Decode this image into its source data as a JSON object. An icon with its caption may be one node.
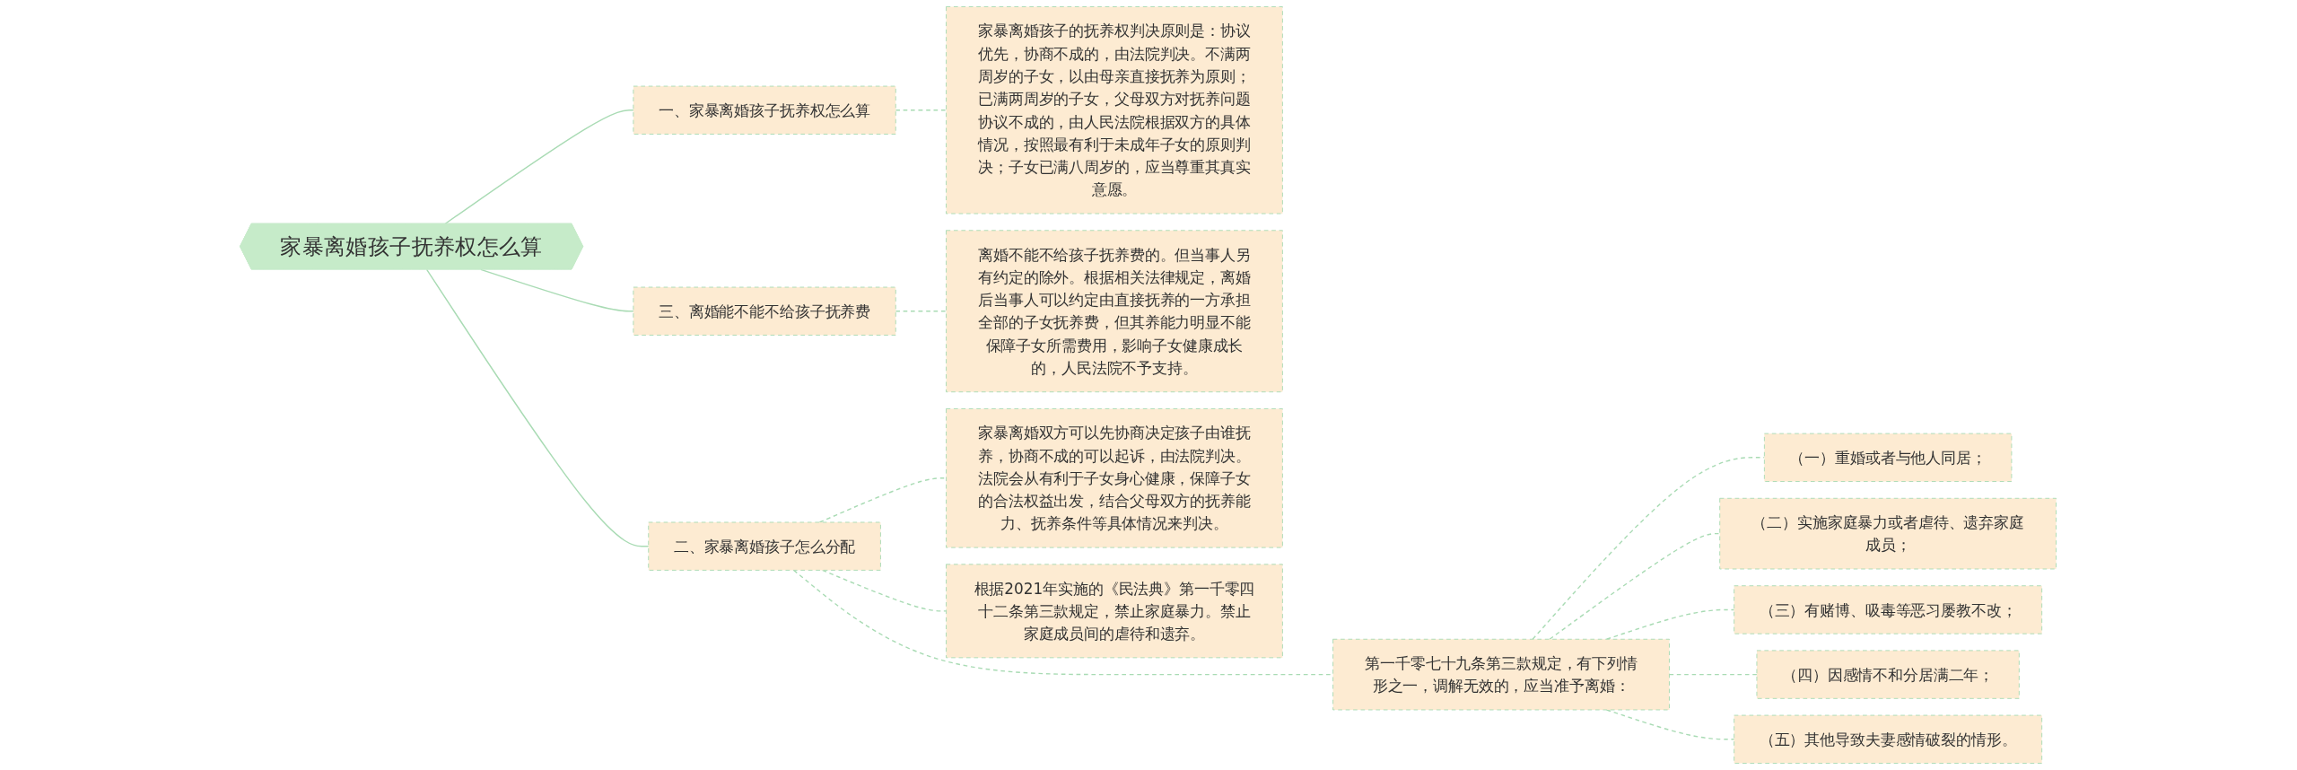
{
  "diagram": {
    "nodes": [
      {
        "text": [
          "家暴离婚孩子抚养权怎么算"
        ]
      },
      {
        "text": [
          "一、家暴离婚孩子抚养权怎么算"
        ]
      },
      {
        "text": [
          "家暴离婚孩子的抚养权判决原则是：协议优先，协商不成的，由法院判决。不满两周岁的子女，以由母亲直接抚养为原则；已满两周岁的子女，父母双方对抚养问题协议不成的，由人民法院根据双方的具体情况，按照最有利于未成年子女的原则判决；子女已满八周岁的，应当尊重其真实意愿。"
        ]
      },
      {
        "text": [
          "三、离婚能不能不给孩子抚养费"
        ]
      },
      {
        "text": [
          "离婚不能不给孩子抚养费的。但当事人另有约定的除外。根据相关法律规定，离婚后当事人可以约定由直接抚养的一方承担全部的子女抚养费，但其养能力明显不能保障子女所需费用，影响子女健康成长的，人民法院不予支持。"
        ]
      },
      {
        "text": [
          "二、家暴离婚孩子怎么分配"
        ]
      },
      {
        "text": [
          "家暴离婚双方可以先协商决定孩子由谁抚养，协商不成的可以起诉，由法院判决。法院会从有利于子女身心健康，保障子女的合法权益出发，结合父母双方的抚养能力、抚养条件等具体情况来判决。"
        ]
      },
      {
        "text": [
          "根据2021年实施的《民法典》第一千零四十二条第三款规定，禁止家庭暴力。禁止家庭成员间的虐待和遗弃。"
        ]
      },
      {
        "text": [
          "第一千零七十九条第三款规定，有下列情形之一，调解无效的，应当准予离婚："
        ]
      },
      {
        "text": [
          "（一）重婚或者与他人同居；"
        ]
      },
      {
        "text": [
          "（二）实施家庭暴力或者虐待、遗弃家庭成员；"
        ]
      },
      {
        "text": [
          "（三）有赌博、吸毒等恶习屡教不改；"
        ]
      },
      {
        "text": [
          "（四）因感情不和分居满二年；"
        ]
      },
      {
        "text": [
          "（五）其他导致夫妻感情破裂的情形。"
        ]
      }
    ],
    "edges": [
      {
        "from": 0,
        "to": 1,
        "arrow": "none"
      },
      {
        "from": 1,
        "to": 2,
        "arrow": "none",
        "style": "dashed"
      },
      {
        "from": 0,
        "to": 3,
        "arrow": "none"
      },
      {
        "from": 3,
        "to": 4,
        "arrow": "none",
        "style": "dashed"
      },
      {
        "from": 0,
        "to": 5,
        "arrow": "none"
      },
      {
        "from": 5,
        "to": 6,
        "arrow": "none",
        "style": "dashed"
      },
      {
        "from": 5,
        "to": 7,
        "arrow": "none",
        "style": "dashed"
      },
      {
        "from": 5,
        "to": 8,
        "arrow": "none",
        "style": "dashed"
      },
      {
        "from": 8,
        "to": 9,
        "arrow": "none",
        "style": "dashed"
      },
      {
        "from": 8,
        "to": 10,
        "arrow": "none",
        "style": "dashed"
      },
      {
        "from": 8,
        "to": 11,
        "arrow": "none",
        "style": "dashed"
      },
      {
        "from": 8,
        "to": 12,
        "arrow": "none",
        "style": "dashed"
      },
      {
        "from": 8,
        "to": 13,
        "arrow": "none",
        "style": "dashed"
      }
    ]
  }
}
